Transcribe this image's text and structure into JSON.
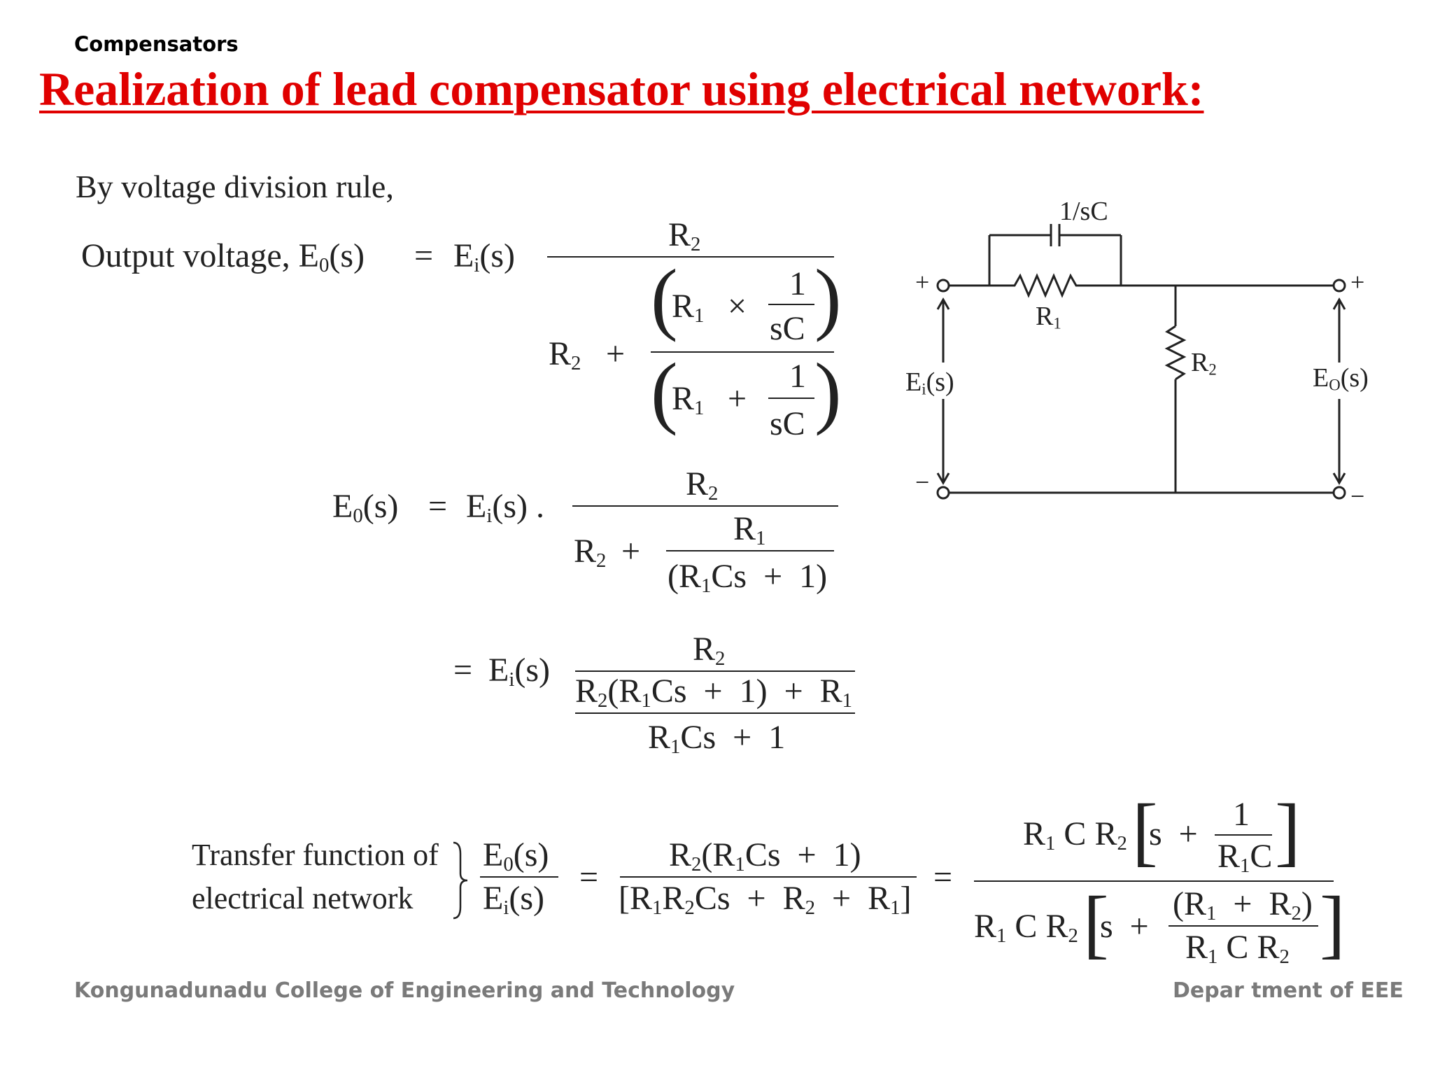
{
  "header": {
    "section": "Compensators",
    "title": "Realization of lead compensator using electrical network:"
  },
  "intro": "By voltage division rule,",
  "eq1": {
    "label": "Output voltage, E",
    "label_sub": "0",
    "lhs_tail": "(s)",
    "equals": "=",
    "rhs": "E",
    "rhs_sub": "i",
    "rhs_tail": "(s)",
    "num": "R",
    "num_sub": "2",
    "den_lead": "R",
    "den_lead_sub": "2",
    "plus": "+",
    "inner_top_a": "R",
    "inner_top_a_sub": "1",
    "times": "×",
    "inner_top_frac_num": "1",
    "inner_top_frac_den": "sC",
    "inner_bot_a": "R",
    "inner_bot_a_sub": "1",
    "inner_bot_frac_num": "1",
    "inner_bot_frac_den": "sC"
  },
  "eq2": {
    "lhs": "E",
    "lhs_sub": "0",
    "lhs_tail": "(s)",
    "equals": "=",
    "rhs": "E",
    "rhs_sub": "i",
    "rhs_tail": "(s) .",
    "num": "R",
    "num_sub": "2",
    "den_lead": "R",
    "den_lead_sub": "2",
    "plus": "+",
    "inner_num": "R",
    "inner_num_sub": "1",
    "inner_den_a": "(R",
    "inner_den_a_sub": "1",
    "inner_den_b": "Cs  +  1)"
  },
  "eq3": {
    "equals": "=",
    "rhs": "E",
    "rhs_sub": "i",
    "rhs_tail": "(s)",
    "num": "R",
    "num_sub": "2",
    "den_a": "R",
    "den_a_sub": "2",
    "den_b": "(R",
    "den_b_sub": "1",
    "den_c": "Cs  +  1)  +  R",
    "den_c_sub": "1",
    "den2_a": "R",
    "den2_a_sub": "1",
    "den2_b": "Cs  +  1"
  },
  "tf": {
    "label_line1": "Transfer function of",
    "label_line2": "electrical network",
    "lhs_num": "E",
    "lhs_num_sub": "0",
    "lhs_num_tail": "(s)",
    "lhs_den": "E",
    "lhs_den_sub": "i",
    "lhs_den_tail": "(s)",
    "equals": "=",
    "mid_num_a": "R",
    "mid_num_a_sub": "2",
    "mid_num_b": "(R",
    "mid_num_b_sub": "1",
    "mid_num_c": "Cs  +  1)",
    "mid_den_a": "[R",
    "mid_den_a_sub": "1",
    "mid_den_b": "R",
    "mid_den_b_sub": "2",
    "mid_den_c": "Cs  +  R",
    "mid_den_c_sub": "2",
    "mid_den_d": "  +  R",
    "mid_den_d_sub": "1",
    "mid_den_e": "]",
    "right_num_a": "R",
    "right_num_a_sub": "1",
    "right_num_b": " C R",
    "right_num_b_sub": "2",
    "right_num_s": "s  +",
    "right_num_fnum": "1",
    "right_num_fden_a": "R",
    "right_num_fden_a_sub": "1",
    "right_num_fden_b": "C",
    "right_den_a": "R",
    "right_den_a_sub": "1",
    "right_den_b": " C R",
    "right_den_b_sub": "2",
    "right_den_s": "s  +",
    "right_den_fnum_a": "(R",
    "right_den_fnum_a_sub": "1",
    "right_den_fnum_b": "  +  R",
    "right_den_fnum_b_sub": "2",
    "right_den_fnum_c": ")",
    "right_den_fden_a": "R",
    "right_den_fden_a_sub": "1",
    "right_den_fden_b": " C R",
    "right_den_fden_b_sub": "2"
  },
  "circuit": {
    "cap_label": "1/sC",
    "r1_label": "R",
    "r1_sub": "1",
    "r2_label": "R",
    "r2_sub": "2",
    "ein_label": "E",
    "ein_sub": "i",
    "ein_tail": "(s)",
    "eout_label": "E",
    "eout_sub": "O",
    "eout_tail": "(s)",
    "plus": "+",
    "minus": "−"
  },
  "footer": {
    "left": "Kongunadunadu College of Engineering and Technology",
    "right": "Depar tment of EEE"
  }
}
